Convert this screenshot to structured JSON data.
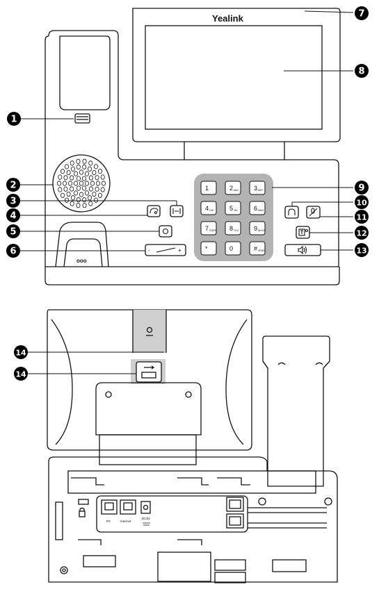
{
  "brand": "Yealink",
  "keypad": [
    {
      "main": "1",
      "sub": ""
    },
    {
      "main": "2",
      "sub": "ABC"
    },
    {
      "main": "3",
      "sub": "DEF"
    },
    {
      "main": "4",
      "sub": "GHI"
    },
    {
      "main": "5",
      "sub": "JKL"
    },
    {
      "main": "6",
      "sub": "MNO"
    },
    {
      "main": "7",
      "sub": "PQRS"
    },
    {
      "main": "8",
      "sub": "TUV"
    },
    {
      "main": "9",
      "sub": "WXYZ"
    },
    {
      "main": "*",
      "sub": "."
    },
    {
      "main": "0",
      "sub": ""
    },
    {
      "main": "#",
      "sub": "SEND"
    }
  ],
  "callouts": [
    "1",
    "2",
    "3",
    "4",
    "5",
    "6",
    "7",
    "8",
    "9",
    "10",
    "11",
    "12",
    "13",
    "14",
    "14"
  ],
  "volume": {
    "minus": "-",
    "plus": "+"
  },
  "speaker_dots": "ooo",
  "ports": {
    "pc": "PC",
    "internet": "Internet",
    "dc": "DC5V"
  },
  "colors": {
    "line": "#111111",
    "callout_fill": "#000000",
    "keypad_bg": "#b3b3b3",
    "gray_band": "#cfcfcf"
  }
}
